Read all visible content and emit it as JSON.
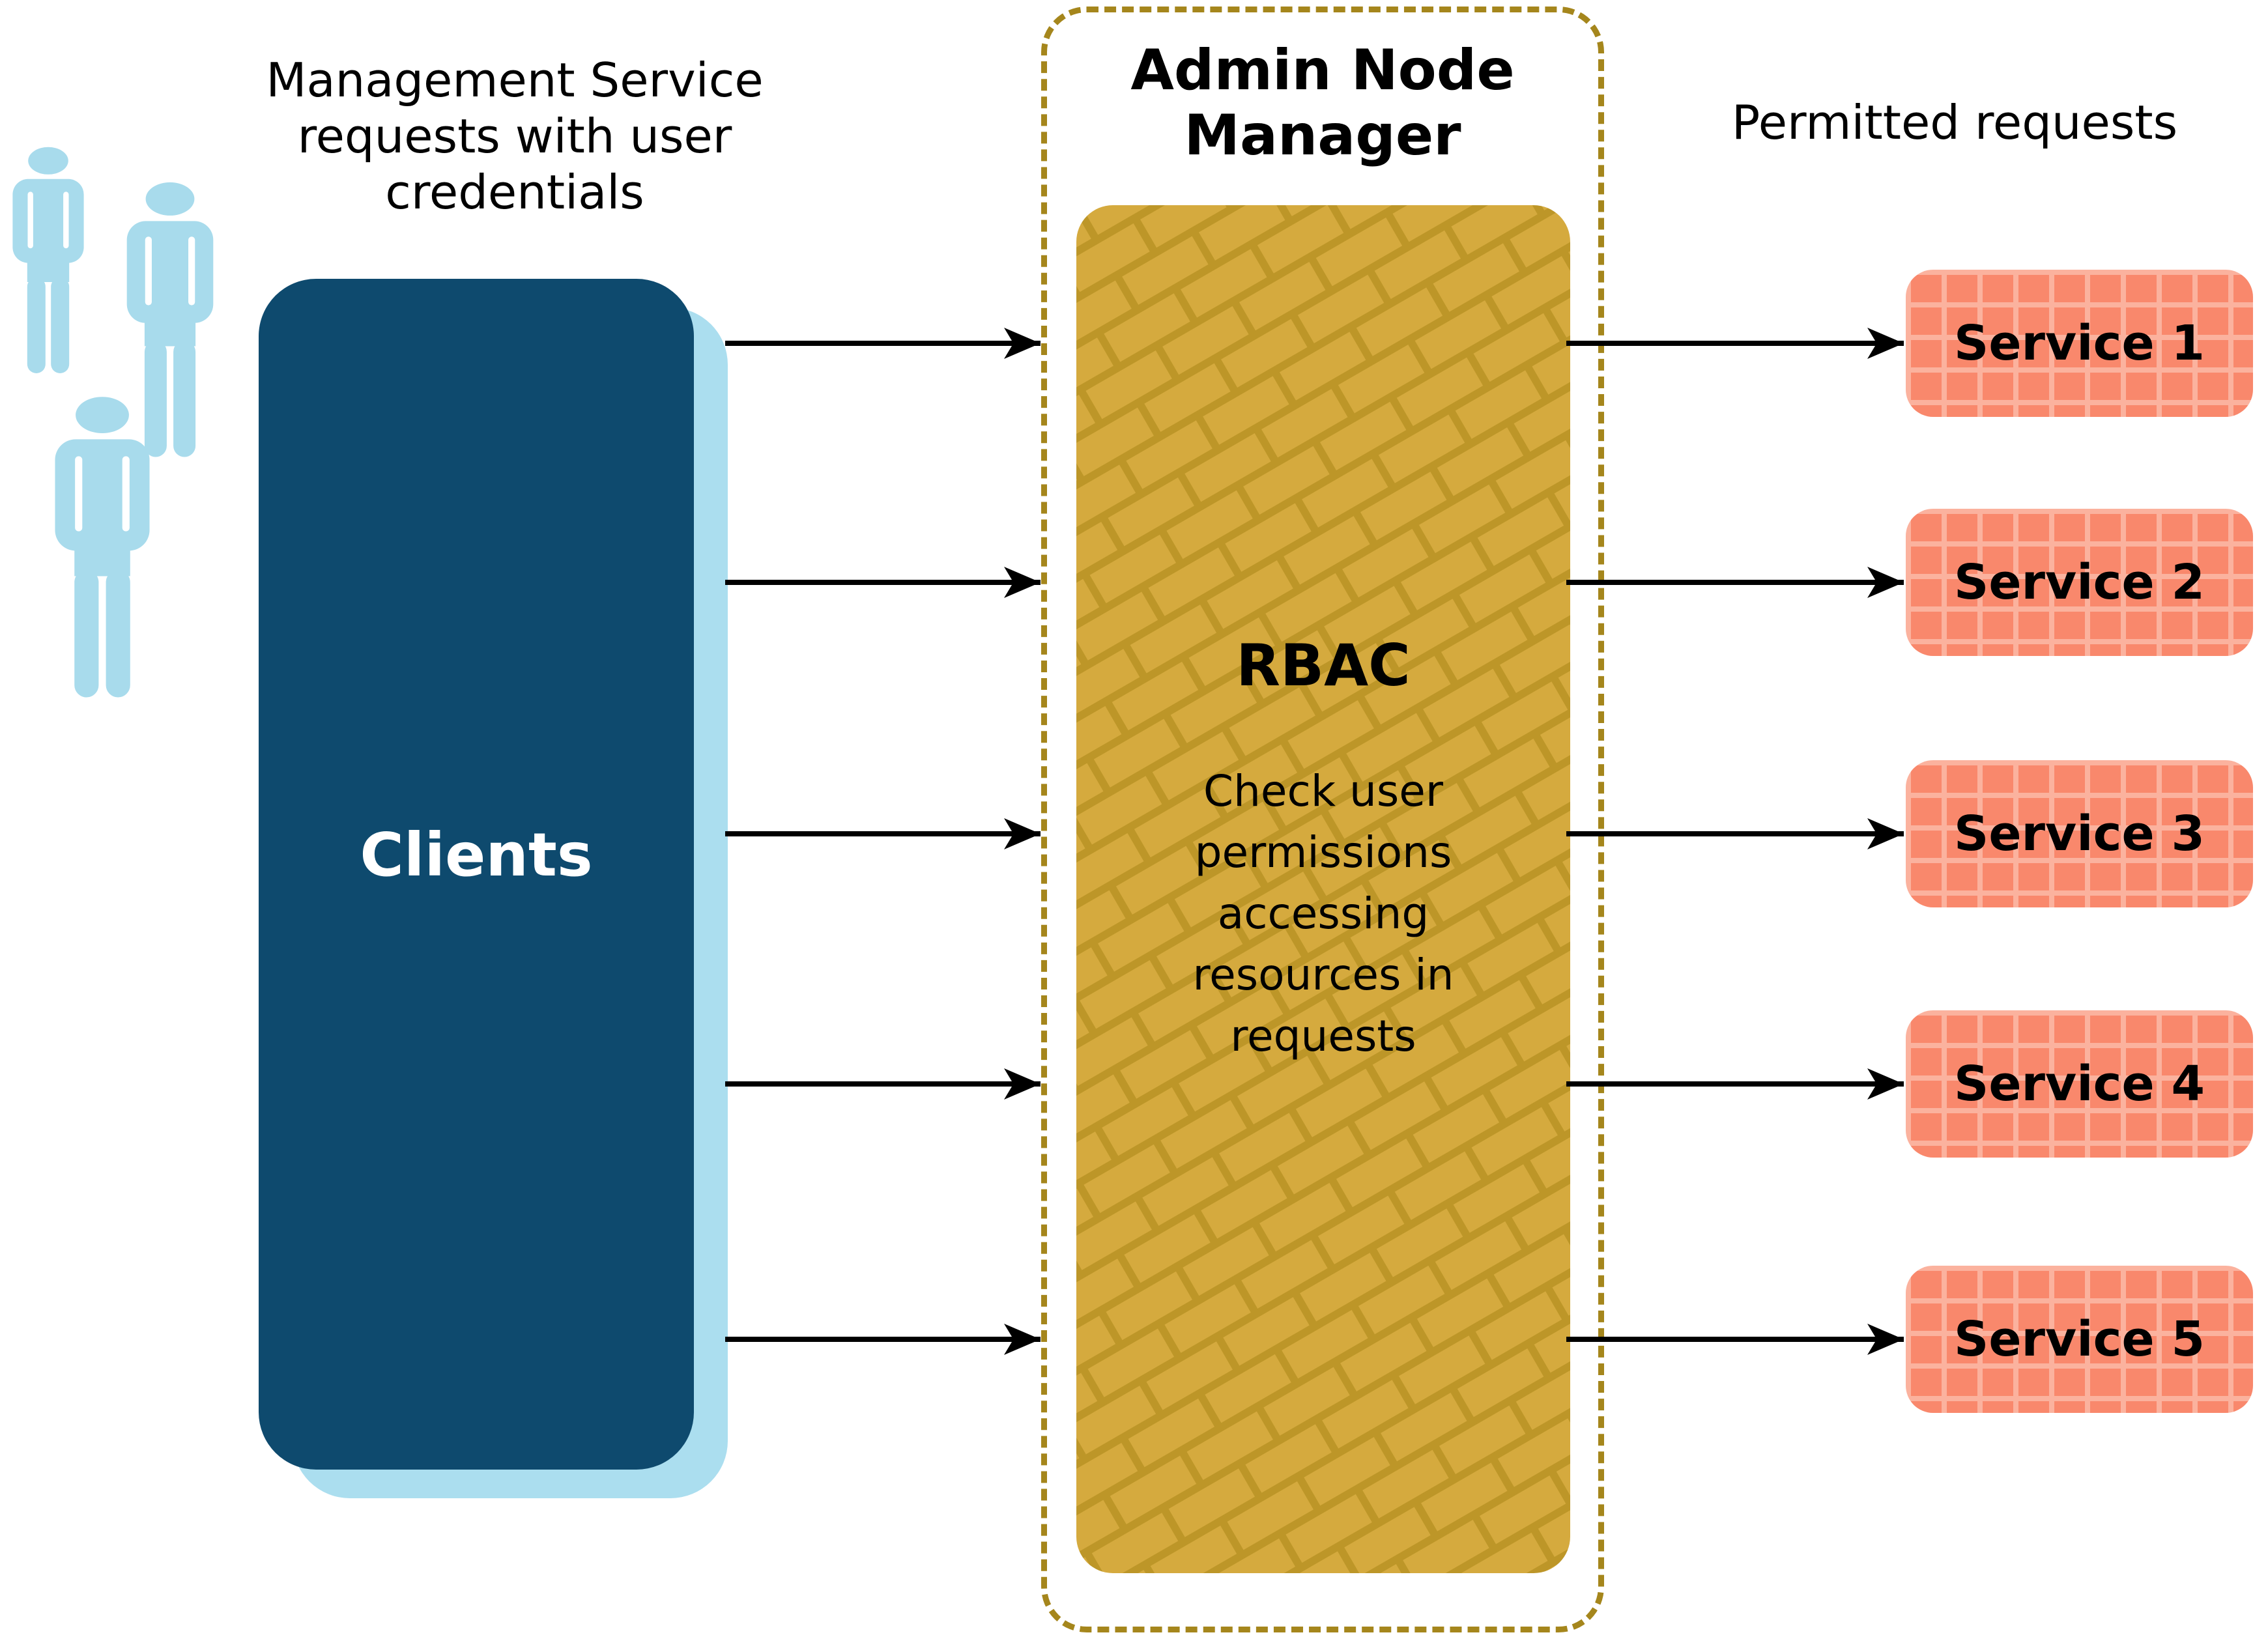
{
  "diagram": {
    "left_label": {
      "lines": [
        "Management Service",
        "requests with user",
        "credentials"
      ]
    },
    "clients": {
      "label": "Clients"
    },
    "admin_node_manager": {
      "title_lines": [
        "Admin Node",
        "Manager"
      ]
    },
    "rbac": {
      "title": "RBAC",
      "description_lines": [
        "Check user",
        "permissions",
        "accessing",
        "resources in",
        "requests"
      ]
    },
    "permitted_label": "Permitted requests",
    "services": [
      {
        "label": "Service 1"
      },
      {
        "label": "Service 2"
      },
      {
        "label": "Service 3"
      },
      {
        "label": "Service 4"
      },
      {
        "label": "Service 5"
      }
    ],
    "icons": {
      "clients_group": "person-pictogram-x3"
    },
    "colors": {
      "person_blue": "#a8dbec",
      "clients_navy": "#0e4a6e",
      "clients_shadow": "#abdeef",
      "gold_base": "#d5aa3e",
      "gold_mortar": "#bd9628",
      "dashed_border_gold": "#a5861c",
      "service_salmon": "#f9886c",
      "service_grid": "#fbb29e",
      "arrow_black": "#000000"
    }
  }
}
